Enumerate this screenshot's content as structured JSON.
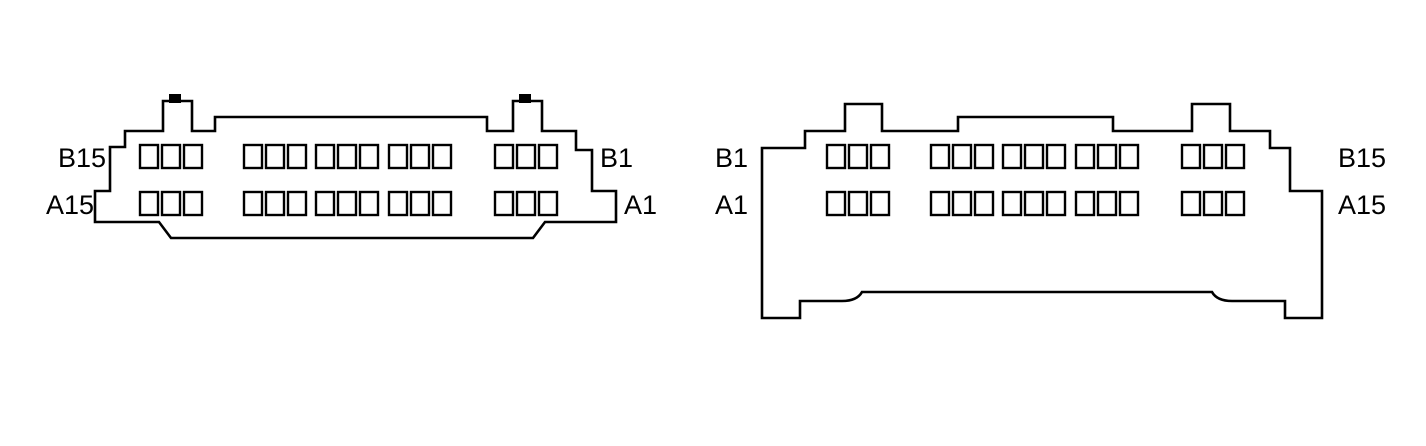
{
  "diagram": {
    "type": "connector-pinout",
    "colors": {
      "line": "#000000",
      "background": "#ffffff"
    },
    "connectors": [
      {
        "id": "connector-left",
        "labels": {
          "top_left": "B15",
          "top_right": "B1",
          "bottom_left": "A15",
          "bottom_right": "A1"
        },
        "rows": [
          "B",
          "A"
        ],
        "pins_per_row": 15,
        "pin_groups": [
          3,
          3,
          3,
          3,
          3
        ]
      },
      {
        "id": "connector-right",
        "labels": {
          "top_left": "B1",
          "top_right": "B15",
          "bottom_left": "A1",
          "bottom_right": "A15"
        },
        "rows": [
          "B",
          "A"
        ],
        "pins_per_row": 15,
        "pin_groups": [
          3,
          3,
          3,
          3,
          3
        ]
      }
    ]
  }
}
